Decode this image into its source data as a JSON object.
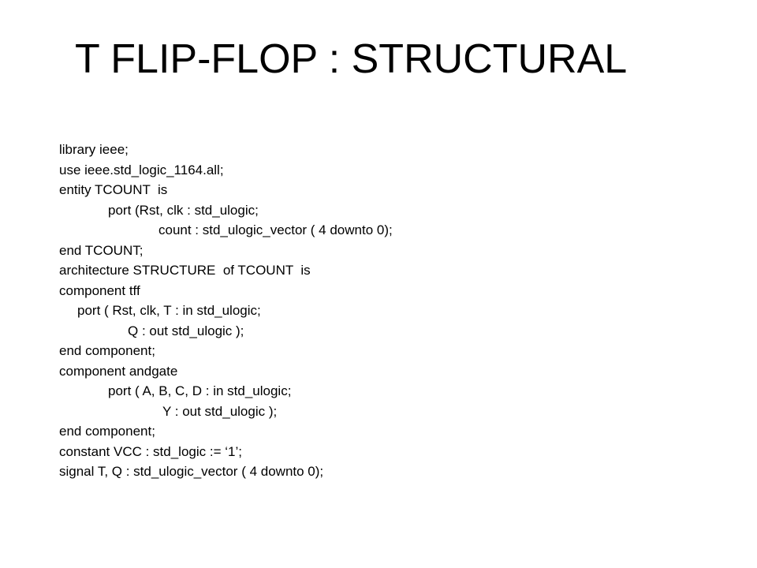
{
  "slide": {
    "title": "T FLIP-FLOP : STRUCTURAL",
    "code_lines": [
      {
        "text": "library ieee;",
        "indent": 0
      },
      {
        "text": "use ieee.std_logic_1164.all;",
        "indent": 0
      },
      {
        "text": "entity TCOUNT  is",
        "indent": 0
      },
      {
        "text": "port (Rst, clk : std_ulogic;",
        "indent": 62
      },
      {
        "text": "count : std_ulogic_vector ( 4 downto 0);",
        "indent": 126
      },
      {
        "text": "end TCOUNT;",
        "indent": 0
      },
      {
        "text": "architecture STRUCTURE  of TCOUNT  is",
        "indent": 0
      },
      {
        "text": "component tff",
        "indent": 0
      },
      {
        "text": "port ( Rst, clk, T : in std_ulogic;",
        "indent": 23
      },
      {
        "text": "Q : out std_ulogic );",
        "indent": 87
      },
      {
        "text": "end component;",
        "indent": 0
      },
      {
        "text": "component andgate",
        "indent": 0
      },
      {
        "text": "port ( A, B, C, D : in std_ulogic;",
        "indent": 62
      },
      {
        "text": "Y : out std_ulogic );",
        "indent": 131
      },
      {
        "text": "end component;",
        "indent": 0
      },
      {
        "text": "constant VCC : std_logic := ‘1’;",
        "indent": 0
      },
      {
        "text": "signal T, Q : std_ulogic_vector ( 4 downto 0);",
        "indent": 0
      }
    ]
  }
}
